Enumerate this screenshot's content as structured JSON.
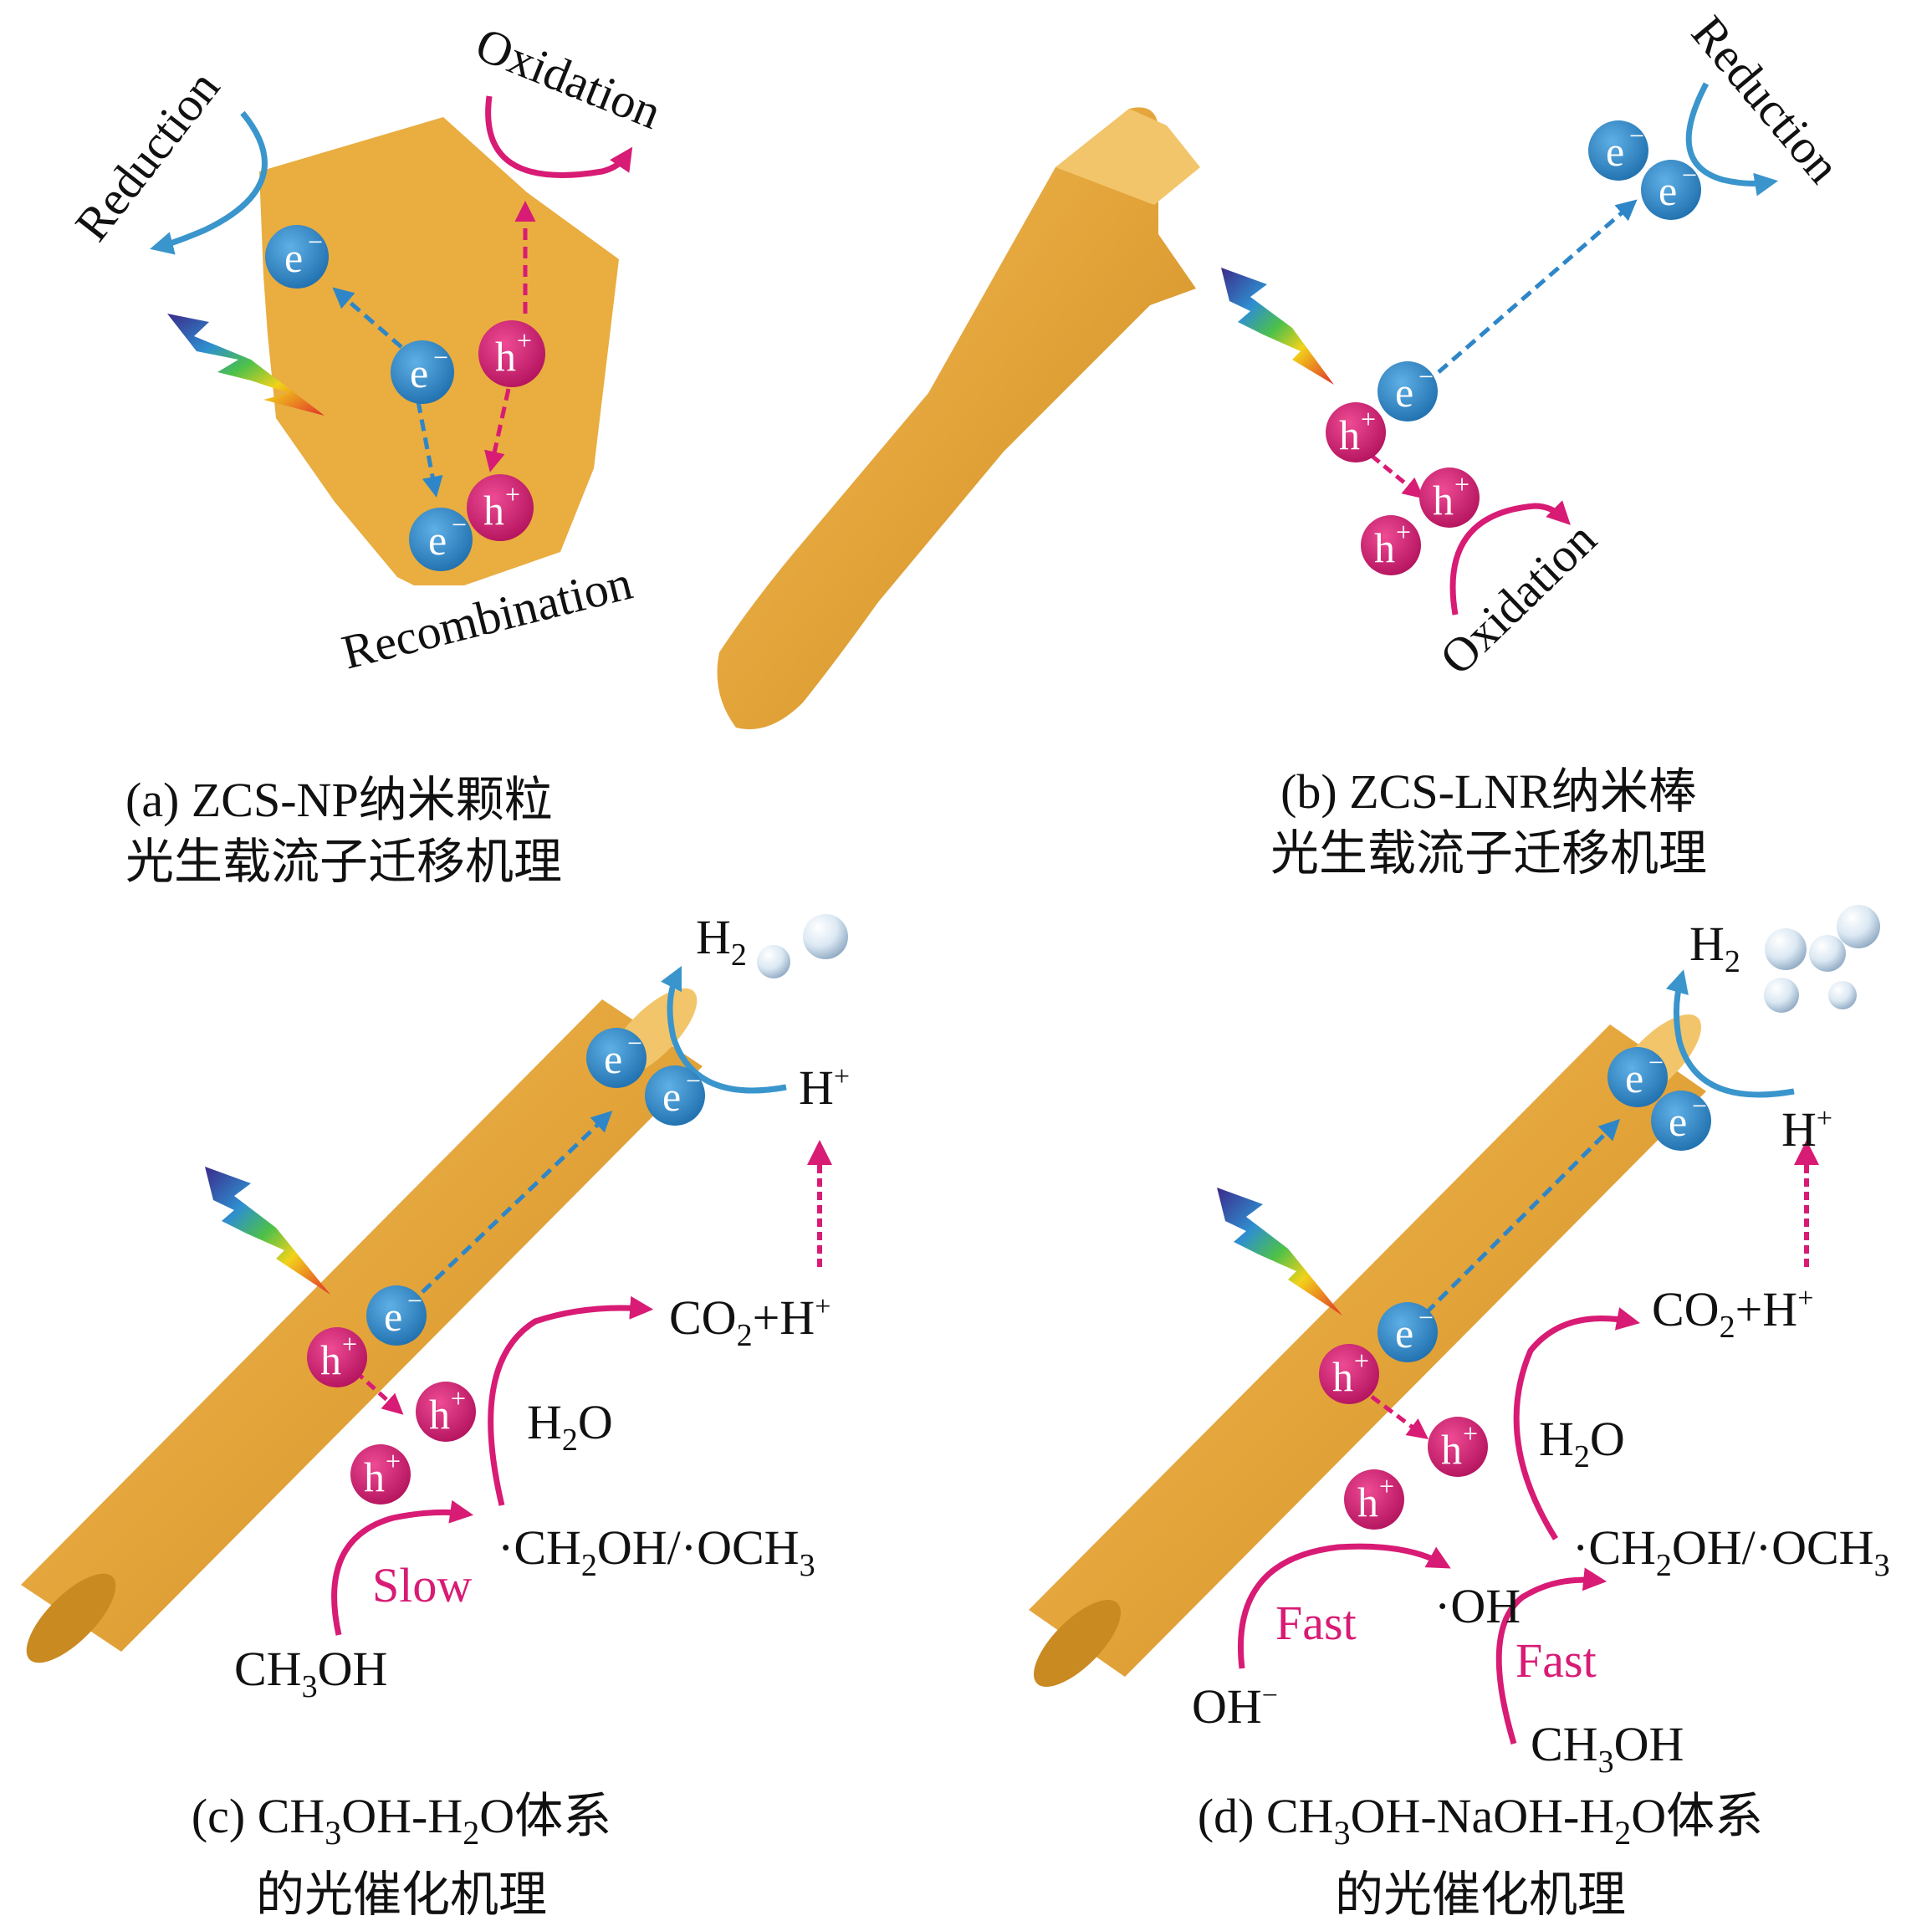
{
  "panel_a": {
    "reduction": "Reduction",
    "oxidation": "Oxidation",
    "recombination": "Recombination",
    "electron": "e",
    "hole": "h",
    "minus": "−",
    "plus": "+",
    "caption_line1": "(a) ZCS-NP纳米颗粒",
    "caption_line2": "光生载流子迁移机理"
  },
  "panel_b": {
    "reduction": "Reduction",
    "oxidation": "Oxidation",
    "caption_line1": "(b) ZCS-LNR纳米棒",
    "caption_line2": "光生载流子迁移机理"
  },
  "panel_c": {
    "h2": "H",
    "h2_sub": "2",
    "h_plus": "H",
    "co2_h": "CO",
    "co2_sub": "2",
    "co2_rest": "+H",
    "h2o": "H",
    "h2o_sub": "2",
    "h2o_rest": "O",
    "radical_a": "·CH",
    "radical_sub1": "2",
    "radical_b": "OH/·OCH",
    "radical_sub2": "3",
    "slow": "Slow",
    "ch3oh_a": "CH",
    "ch3oh_sub": "3",
    "ch3oh_b": "OH",
    "caption_l1_a": "(c) CH",
    "caption_l1_sub1": "3",
    "caption_l1_b": "OH-H",
    "caption_l1_sub2": "2",
    "caption_l1_c": "O体系",
    "caption_line2": "的光催化机理"
  },
  "panel_d": {
    "oh_radical": "·OH",
    "oh_minus": "OH",
    "fast": "Fast",
    "caption_l1_a": "(d) CH",
    "caption_l1_sub1": "3",
    "caption_l1_b": "OH-NaOH-H",
    "caption_l1_sub2": "2",
    "caption_l1_c": "O体系",
    "caption_line2": "的光催化机理"
  },
  "colors": {
    "rod": "#e3a43a",
    "particle": "#e9ad40",
    "electron": "#2e86c8",
    "hole": "#d81b74",
    "reduction_arrow": "#3a95cc",
    "oxidation_arrow": "#d81b74"
  }
}
